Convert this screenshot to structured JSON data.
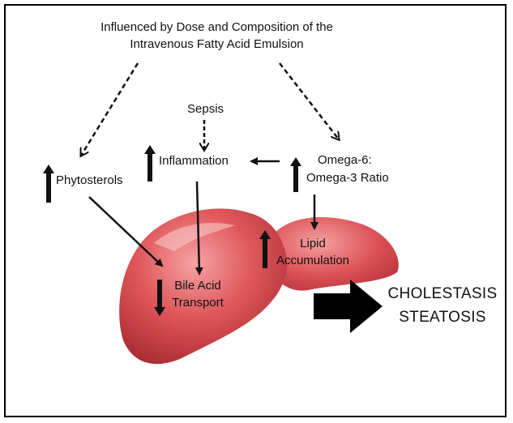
{
  "header": {
    "line1": "Influenced by Dose and Composition of the",
    "line2": "Intravenous Fatty Acid Emulsion"
  },
  "nodes": {
    "sepsis": "Sepsis",
    "inflammation": "Inflammation",
    "phytosterols": "Phytosterols",
    "omega_line1": "Omega-6:",
    "omega_line2": "Omega-3 Ratio",
    "lipid_line1": "Lipid",
    "lipid_line2": "Accumulation",
    "bile_line1": "Bile Acid",
    "bile_line2": "Transport"
  },
  "outcome": {
    "line1": "CHOLESTASIS",
    "line2": "STEATOSIS"
  },
  "colors": {
    "liver_light": "#f08a8a",
    "liver_mid": "#d9494d",
    "liver_dark": "#a82a30",
    "arrow": "#111111"
  }
}
